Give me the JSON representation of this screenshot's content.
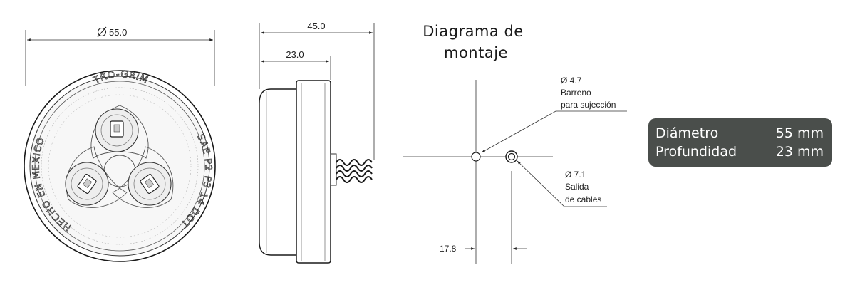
{
  "front_view": {
    "diameter_label": "55.0",
    "brand_text": "TRO-GRIM",
    "origin_text": "HECHO EN MEXICO",
    "cert_text": "SAE P2 P3 14 DOT"
  },
  "side_view": {
    "overall_depth_label": "45.0",
    "body_depth_label": "23.0"
  },
  "mounting": {
    "title_line1": "Diagrama de",
    "title_line2": "montaje",
    "hole_small_label": "Ø 4.7",
    "hole_small_desc1": "Barreno",
    "hole_small_desc2": "para sujección",
    "hole_large_label": "Ø 7.1",
    "hole_large_desc1": "Salida",
    "hole_large_desc2": "de cables",
    "spacing_label": "17.8"
  },
  "specs": [
    {
      "label": "Diámetro",
      "value": "55 mm"
    },
    {
      "label": "Profundidad",
      "value": "23 mm"
    }
  ]
}
